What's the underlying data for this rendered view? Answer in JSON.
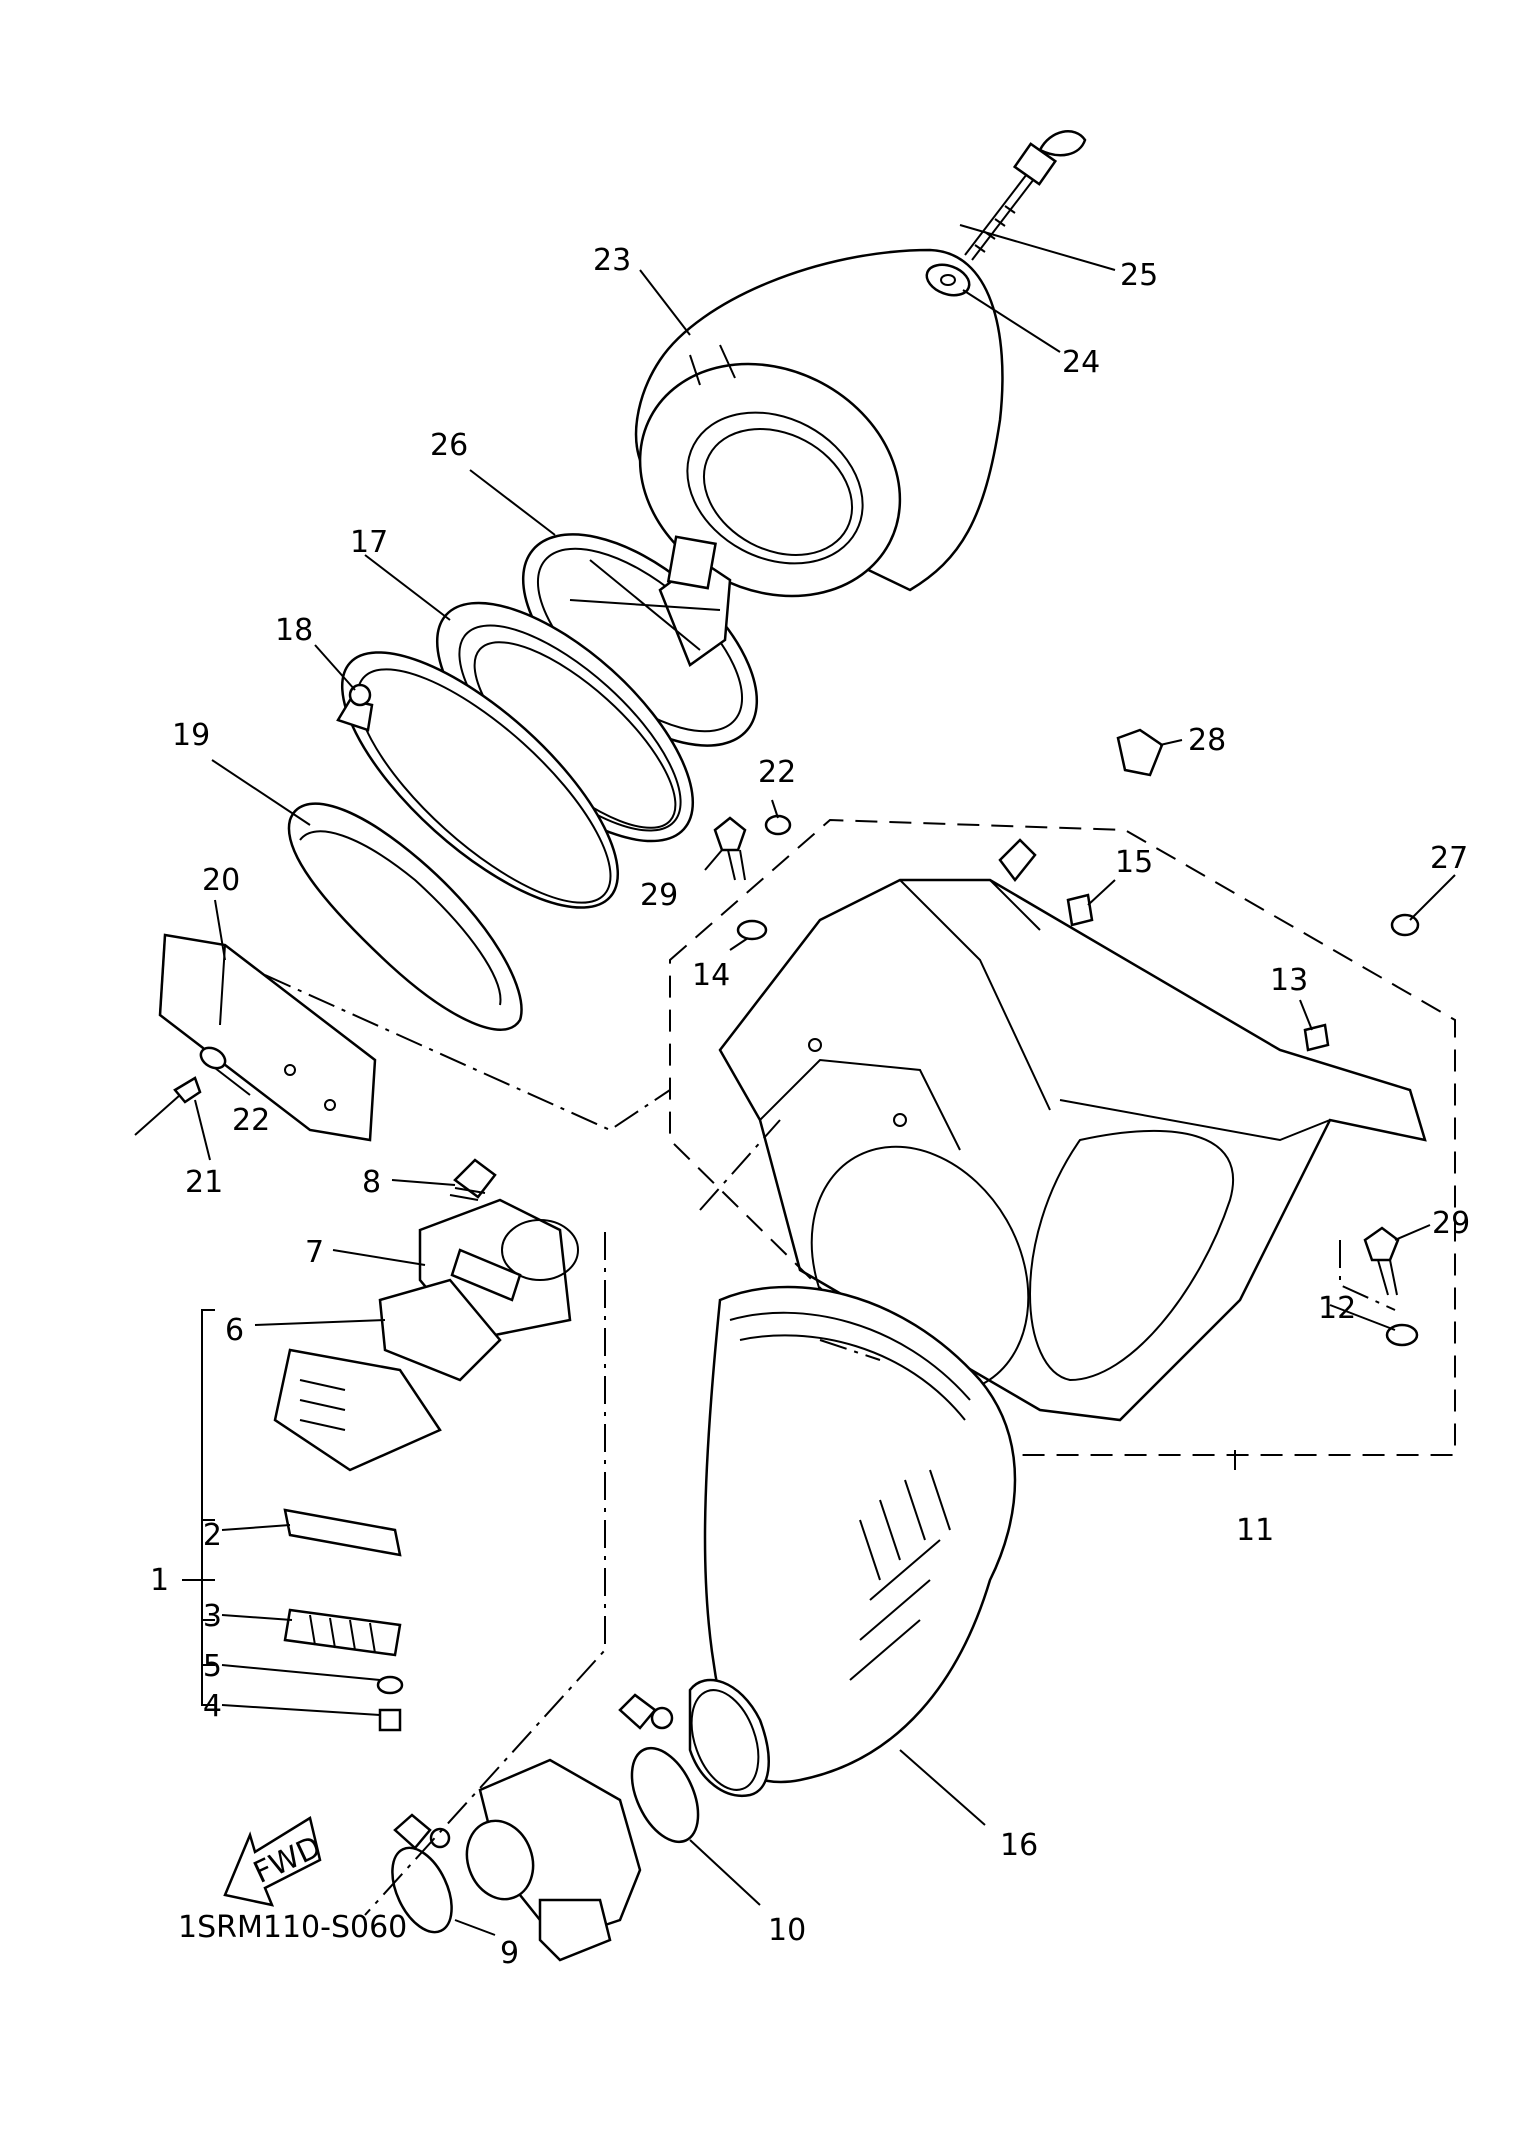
{
  "diagram": {
    "code": "1SRM110-S060",
    "fwd_label": "FWD",
    "callouts": {
      "p1": "1",
      "p2": "2",
      "p3": "3",
      "p4": "4",
      "p5": "5",
      "p6": "6",
      "p7": "7",
      "p8": "8",
      "p9": "9",
      "p10": "10",
      "p11": "11",
      "p12": "12",
      "p13": "13",
      "p14": "14",
      "p15": "15",
      "p16": "16",
      "p17": "17",
      "p18": "18",
      "p19": "19",
      "p20": "20",
      "p21": "21",
      "p22a": "22",
      "p22b": "22",
      "p23": "23",
      "p24": "24",
      "p25": "25",
      "p26": "26",
      "p27": "27",
      "p28": "28",
      "p29a": "29",
      "p29b": "29"
    }
  }
}
